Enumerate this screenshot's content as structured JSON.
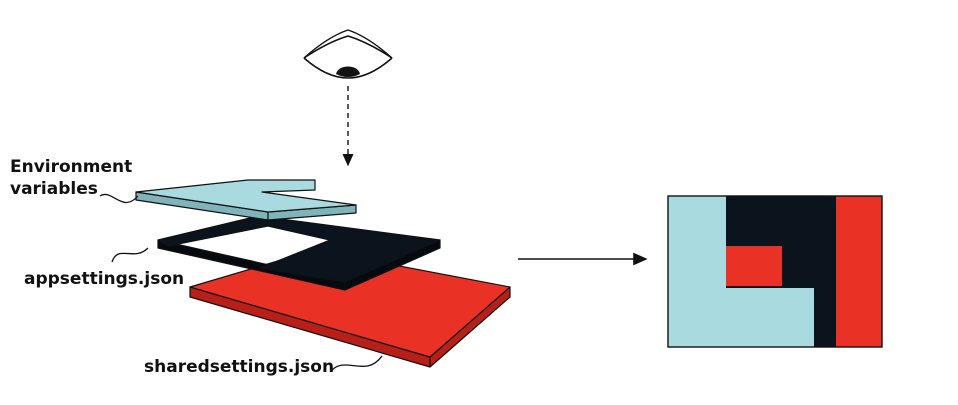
{
  "labels": {
    "env_line1": "Environment",
    "env_line2": "variables",
    "appsettings": "appsettings.json",
    "sharedsettings": "sharedsettings.json"
  },
  "colors": {
    "env": "#a8dae0",
    "env_side": "#7fb4bb",
    "app": "#0b131d",
    "app_side": "#050a10",
    "shared": "#ea3126",
    "shared_side": "#b81f18",
    "stroke": "#111111"
  },
  "icons": [
    "eye-icon"
  ]
}
